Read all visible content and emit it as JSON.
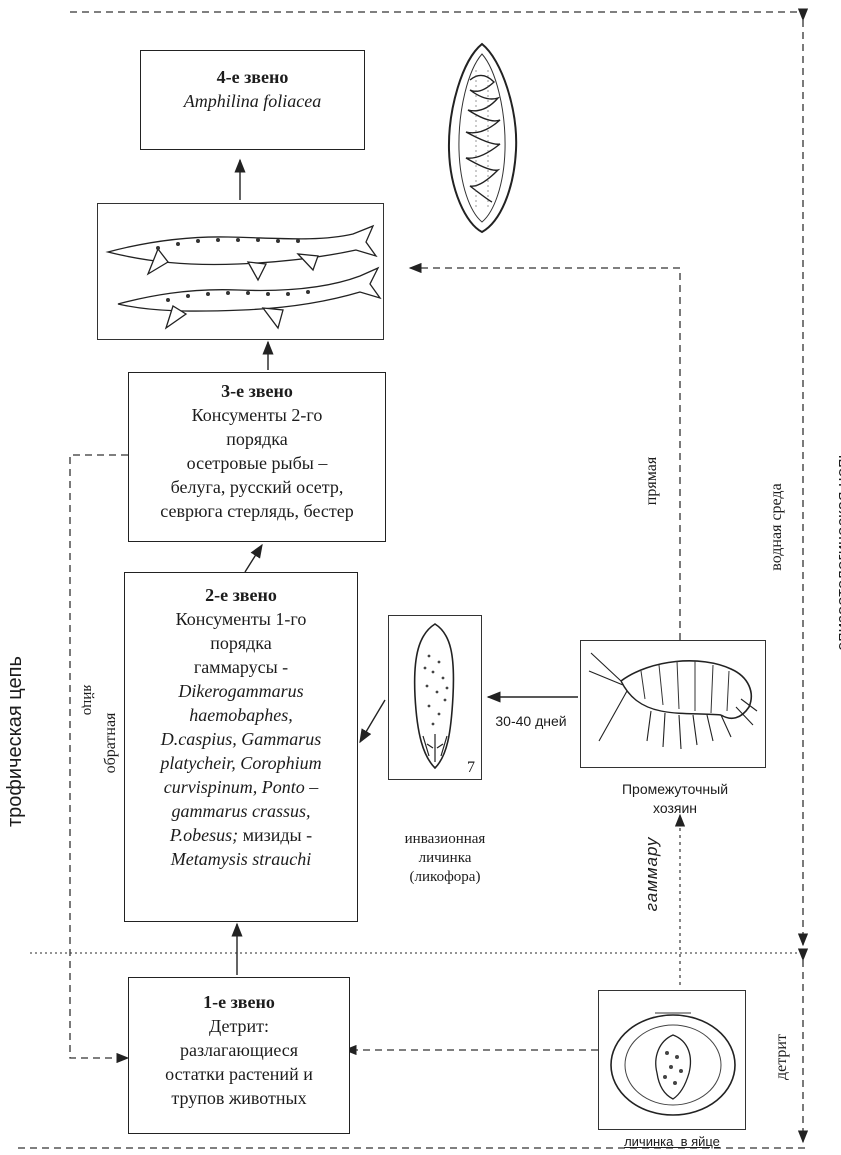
{
  "links": {
    "l4": {
      "heading": "4-е звено",
      "species": "Amphilina foliacea"
    },
    "l3": {
      "heading": "3-е звено",
      "lines": [
        "Консументы 2-го",
        "порядка",
        "осетровые рыбы –",
        "белуга, русский осетр,",
        "севрюга стерлядь, бестер"
      ]
    },
    "l2": {
      "heading": "2-е звено",
      "lines": [
        "Консументы 1-го",
        "порядка",
        "гаммарусы -"
      ],
      "species_lines": [
        "Dikerogammarus",
        "haemobaphes,",
        "D.caspius, Gammarus",
        "platycheir, Corophium",
        "curvispinum, Ponto –",
        "gammarus crassus,"
      ],
      "mixed_1_italic": "P.obesus;",
      "mixed_1_plain": " мизиды -",
      "last_species": "Metamysis strauchi"
    },
    "l1": {
      "heading": "1-е звено",
      "lines": [
        "Детрит:",
        "разлагающиеся",
        "остатки растений и",
        "трупов животных"
      ]
    }
  },
  "labels": {
    "days": "30-40 дней",
    "figure_number": "7",
    "intermediate_host": [
      "Промежуточный",
      "хозяин"
    ],
    "invasive_larva": [
      "инвазионная",
      "личинка",
      "(ликофора)"
    ],
    "larva_in_egg": "личинка  в яйце"
  },
  "rotated_labels": {
    "trophic_chain": "трофическая цепь",
    "egg": "яйцо",
    "reverse": "обратная",
    "direct": "прямая",
    "water_env": "водная среда",
    "epizootic_chain": "эпизоотологическая цепь",
    "gammaru": "гаммару",
    "detritus": "детрит"
  },
  "colors": {
    "ink": "#1c1c1c",
    "line": "#333333"
  }
}
